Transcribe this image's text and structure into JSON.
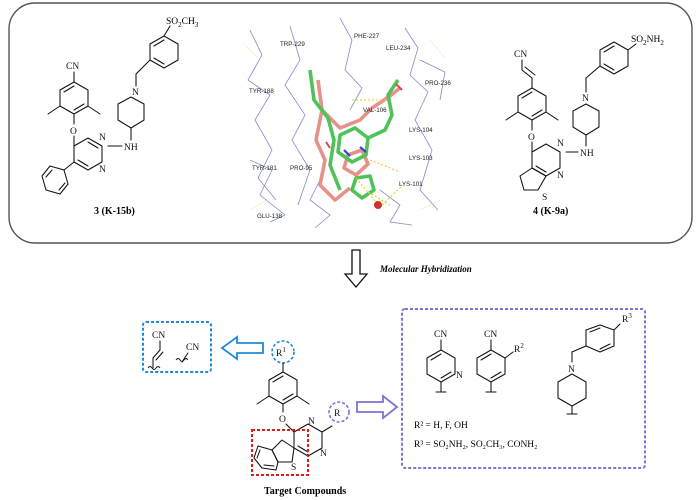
{
  "top_panel": {
    "compound_left": {
      "label": "3 (K-15b)",
      "groups": {
        "so2": "SO",
        "so2_sub": "2",
        "ch3": "CH",
        "ch3_sub": "3",
        "cn": "CN",
        "nh": "NH",
        "n": "N",
        "o": "O"
      }
    },
    "compound_right": {
      "label": "4 (K-9a)",
      "groups": {
        "so2": "SO",
        "so2_sub": "2",
        "nh2": "NH",
        "nh2_sub": "2",
        "cn": "CN",
        "nh": "NH",
        "n": "N",
        "o": "O",
        "s": "S"
      }
    },
    "docking": {
      "residues": [
        "TRP-229",
        "PHE-227",
        "LEU-234",
        "TYR-188",
        "PRO-236",
        "VAL-106",
        "LYS-104",
        "LYS-103",
        "TYR-181",
        "PRO-95",
        "LYS-101",
        "GLU-138"
      ]
    }
  },
  "arrow_caption": "Molecular Hybridization",
  "bottom": {
    "target_label": "Target Compounds",
    "r1_box": {
      "cn_left": "CN",
      "cn_right": "CN"
    },
    "r_group": {
      "r": "R",
      "r1": "R",
      "r1_sup": "1",
      "n": "N",
      "o": "O",
      "s": "S"
    },
    "right_box": {
      "cn_a": "CN",
      "cn_b": "CN",
      "n_pyridine": "N",
      "n_piperidine": "N",
      "r2": "R",
      "r2_sup": "2",
      "r3": "R",
      "r3_sup": "3",
      "line1": "R² = H, F, OH",
      "line2": "R³ = SO₂NH₂, SO₂CH₃, CONH₂"
    }
  },
  "colors": {
    "blue_box": "#1f8ad8",
    "red_box": "#e01818",
    "purple_box": "#7d72d6",
    "hybrid_arrow": "#111111",
    "panel_border": "#555555"
  }
}
